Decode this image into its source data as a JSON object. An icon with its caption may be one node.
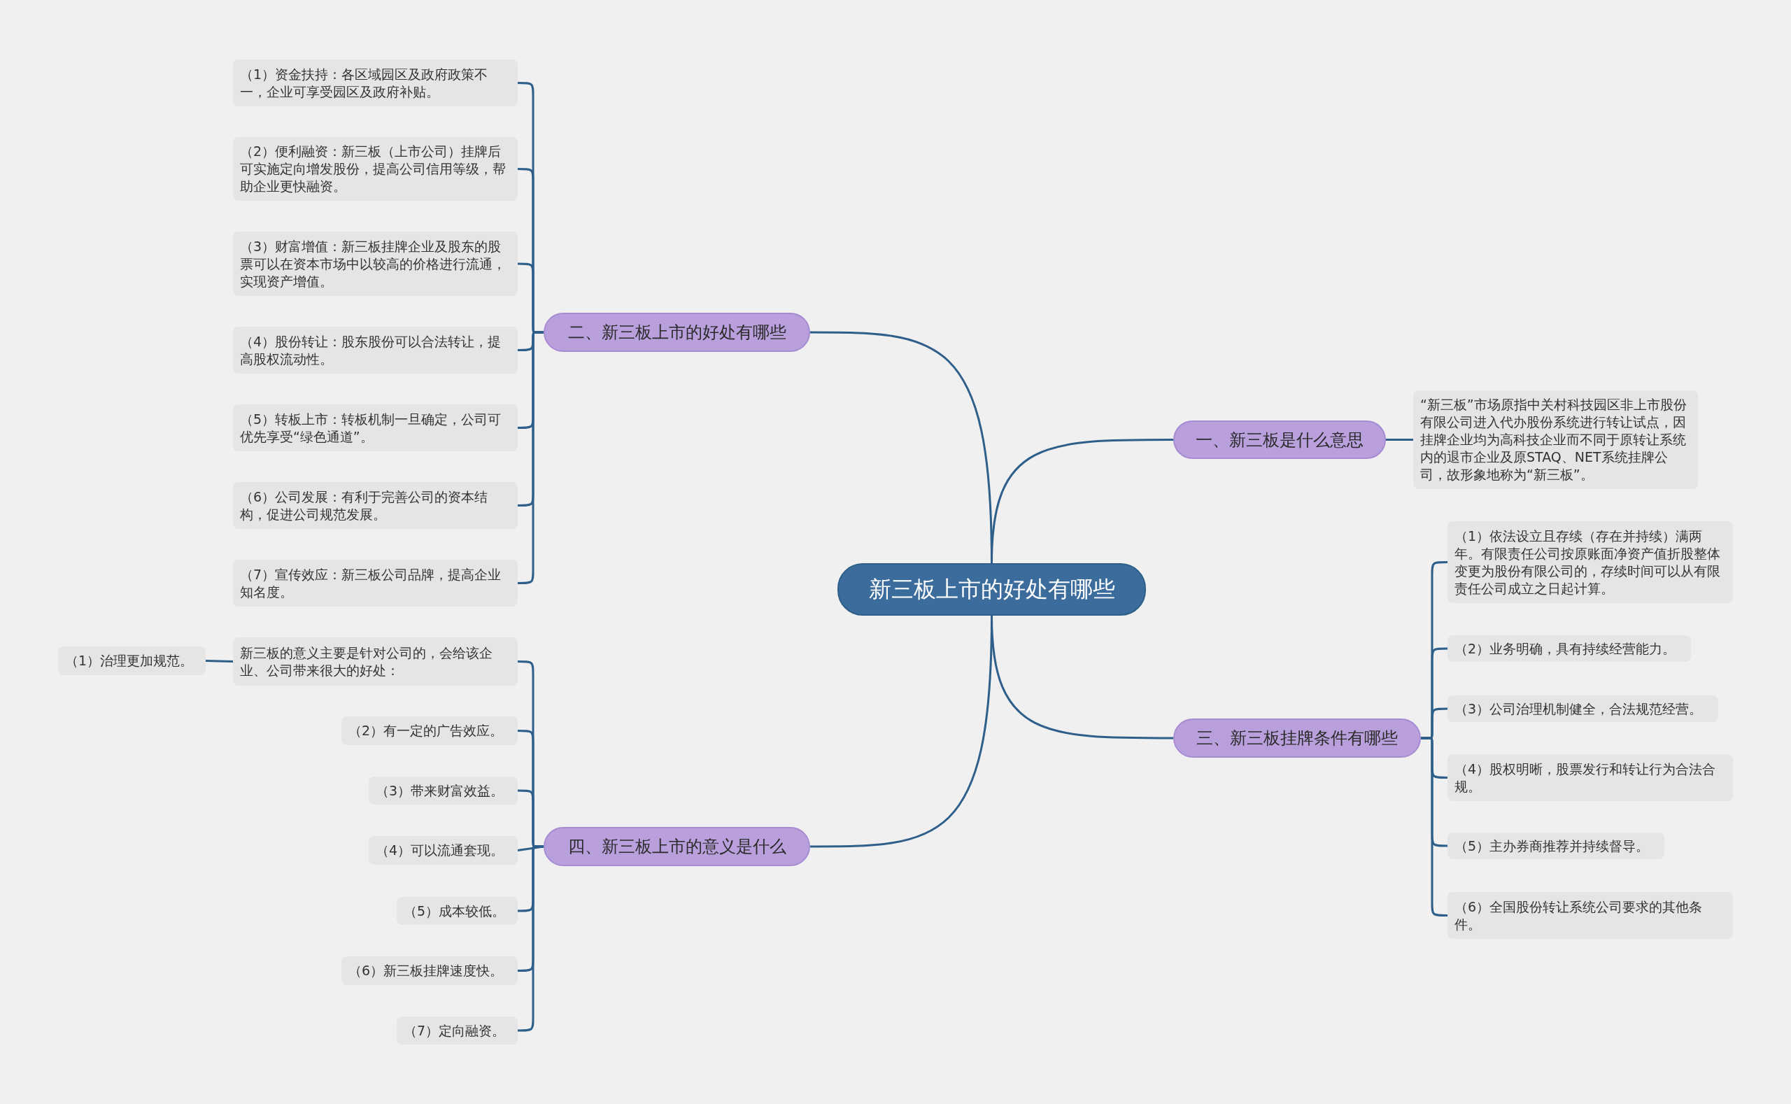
{
  "diagram": {
    "nodes": [
      {
        "text": [
          "新三板上市的好处有哪些"
        ]
      },
      {
        "text": [
          "一、新三板是什么意思"
        ]
      },
      {
        "text": [
          "“新三板”市场原指中关村科技园区非上市股份有限公司进入代办股份系统进行转让试点，因挂牌企业均为高科技企业而不同于原转让系统内的退市企业及原STAQ、NET系统挂牌公司，故形象地称为“新三板”。"
        ]
      },
      {
        "text": [
          "二、新三板上市的好处有哪些"
        ]
      },
      {
        "text": [
          "（1）资金扶持：各区域园区及政府政策不一，企业可享受园区及政府补贴。"
        ]
      },
      {
        "text": [
          "（2）便利融资：新三板（上市公司）挂牌后可实施定向增发股份，提高公司信用等级，帮助企业更快融资。"
        ]
      },
      {
        "text": [
          "（3）财富增值：新三板挂牌企业及股东的股票可以在资本市场中以较高的价格进行流通，实现资产增值。"
        ]
      },
      {
        "text": [
          "（4）股份转让：股东股份可以合法转让，提高股权流动性。"
        ]
      },
      {
        "text": [
          "（5）转板上市：转板机制一旦确定，公司可优先享受“绿色通道”。"
        ]
      },
      {
        "text": [
          "（6）公司发展：有利于完善公司的资本结构，促进公司规范发展。"
        ]
      },
      {
        "text": [
          "（7）宣传效应：新三板公司品牌，提高企业知名度。"
        ]
      },
      {
        "text": [
          "三、新三板挂牌条件有哪些"
        ]
      },
      {
        "text": [
          "（1）依法设立且存续（存在并持续）满两年。有限责任公司按原账面净资产值折股整体变更为股份有限公司的，存续时间可以从有限责任公司成立之日起计算。"
        ]
      },
      {
        "text": [
          "（2）业务明确，具有持续经营能力。"
        ]
      },
      {
        "text": [
          "（3）公司治理机制健全，合法规范经营。"
        ]
      },
      {
        "text": [
          "（4）股权明晰，股票发行和转让行为合法合规。"
        ]
      },
      {
        "text": [
          "（5）主办券商推荐并持续督导。"
        ]
      },
      {
        "text": [
          "（6）全国股份转让系统公司要求的其他条件。"
        ]
      },
      {
        "text": [
          "四、新三板上市的意义是什么"
        ]
      },
      {
        "text": [
          "新三板的意义主要是针对公司的，会给该企业、公司带来很大的好处："
        ]
      },
      {
        "text": [
          "（1）治理更加规范。"
        ]
      },
      {
        "text": [
          "（2）有一定的广告效应。"
        ]
      },
      {
        "text": [
          "（3）带来财富效益。"
        ]
      },
      {
        "text": [
          "（4）可以流通套现。"
        ]
      },
      {
        "text": [
          "（5）成本较低。"
        ]
      },
      {
        "text": [
          "（6）新三板挂牌速度快。"
        ]
      },
      {
        "text": [
          "（7）定向融资。"
        ]
      }
    ],
    "edges": [
      {
        "from": 0,
        "to": 1,
        "arrow": "none"
      },
      {
        "from": 1,
        "to": 2,
        "arrow": "none"
      },
      {
        "from": 0,
        "to": 3,
        "arrow": "none"
      },
      {
        "from": 3,
        "to": 4,
        "arrow": "none"
      },
      {
        "from": 3,
        "to": 5,
        "arrow": "none"
      },
      {
        "from": 3,
        "to": 6,
        "arrow": "none"
      },
      {
        "from": 3,
        "to": 7,
        "arrow": "none"
      },
      {
        "from": 3,
        "to": 8,
        "arrow": "none"
      },
      {
        "from": 3,
        "to": 9,
        "arrow": "none"
      },
      {
        "from": 3,
        "to": 10,
        "arrow": "none"
      },
      {
        "from": 0,
        "to": 11,
        "arrow": "none"
      },
      {
        "from": 11,
        "to": 12,
        "arrow": "none"
      },
      {
        "from": 11,
        "to": 13,
        "arrow": "none"
      },
      {
        "from": 11,
        "to": 14,
        "arrow": "none"
      },
      {
        "from": 11,
        "to": 15,
        "arrow": "none"
      },
      {
        "from": 11,
        "to": 16,
        "arrow": "none"
      },
      {
        "from": 11,
        "to": 17,
        "arrow": "none"
      },
      {
        "from": 0,
        "to": 18,
        "arrow": "none"
      },
      {
        "from": 18,
        "to": 19,
        "arrow": "none"
      },
      {
        "from": 19,
        "to": 20,
        "arrow": "none"
      },
      {
        "from": 18,
        "to": 21,
        "arrow": "none"
      },
      {
        "from": 18,
        "to": 22,
        "arrow": "none"
      },
      {
        "from": 18,
        "to": 23,
        "arrow": "none"
      },
      {
        "from": 18,
        "to": 24,
        "arrow": "none"
      },
      {
        "from": 18,
        "to": 25,
        "arrow": "none"
      },
      {
        "from": 18,
        "to": 26,
        "arrow": "none"
      }
    ]
  }
}
